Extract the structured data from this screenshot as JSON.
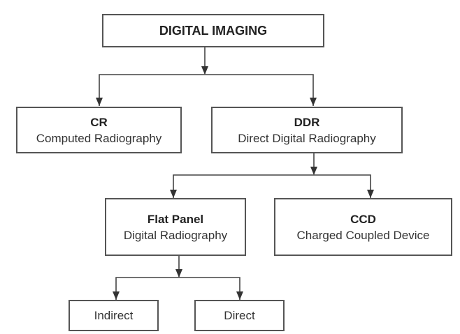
{
  "diagram": {
    "root": {
      "title": "DIGITAL IMAGING"
    },
    "cr": {
      "title": "CR",
      "subtitle": "Computed Radiography"
    },
    "ddr": {
      "title": "DDR",
      "subtitle": "Direct Digital Radiography"
    },
    "flat_panel": {
      "title": "Flat Panel",
      "subtitle": "Digital Radiography"
    },
    "ccd": {
      "title": "CCD",
      "subtitle": "Charged Coupled Device"
    },
    "indirect": {
      "title": "Indirect"
    },
    "direct": {
      "title": "Direct"
    }
  },
  "colors": {
    "line": "#444444",
    "text": "#222222"
  }
}
